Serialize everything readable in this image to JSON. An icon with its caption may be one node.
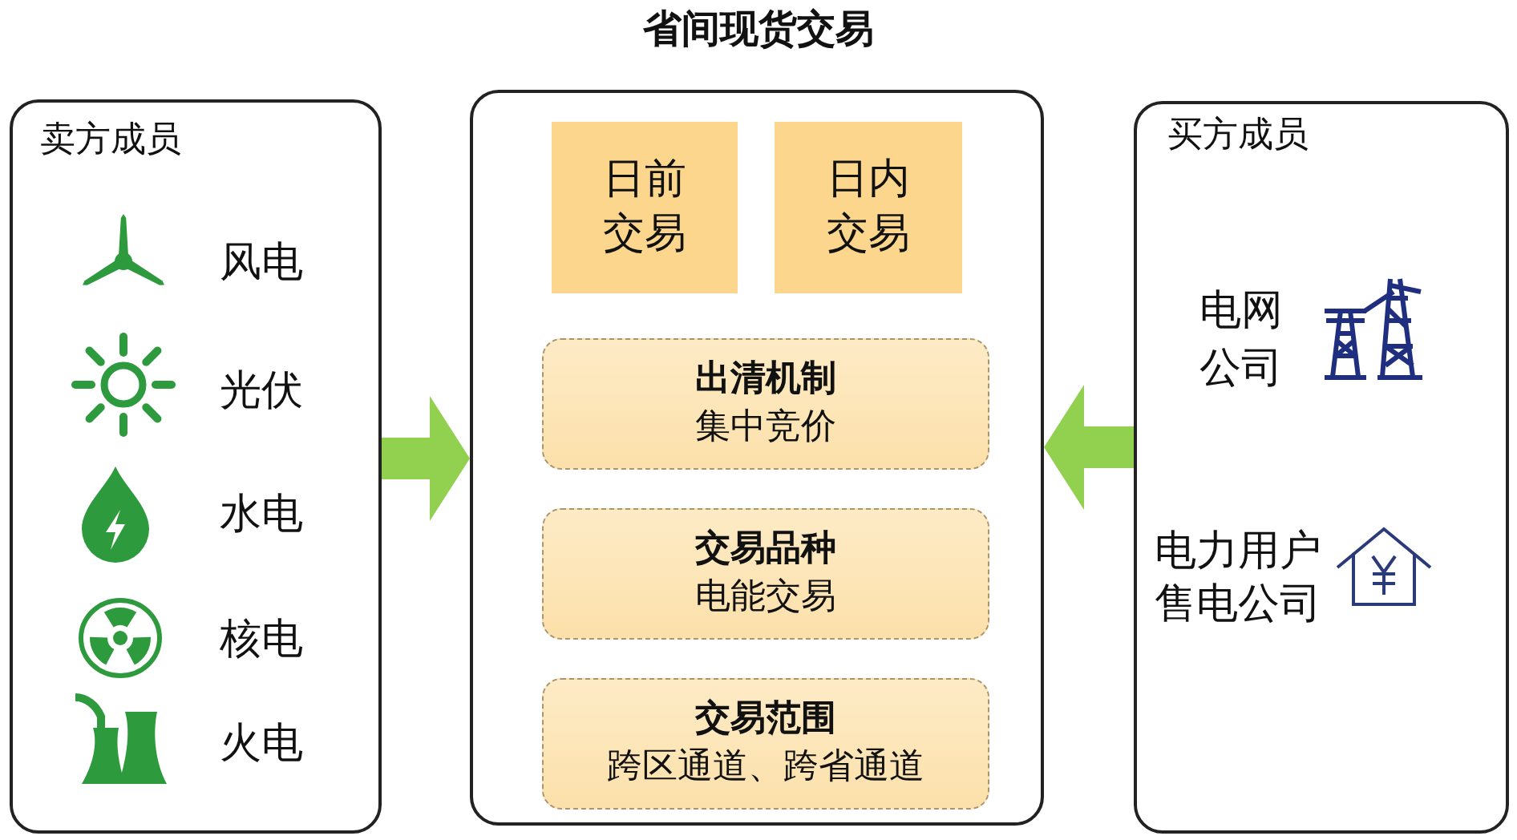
{
  "diagram": {
    "title": "省间现货交易",
    "nodes": [
      {
        "text": [
          "卖方成员"
        ]
      },
      {
        "text": [],
        "shape": "box"
      },
      {
        "text": [
          "日前交易"
        ],
        "in": 1
      },
      {
        "text": [
          "日内交易"
        ],
        "in": 1
      },
      {
        "text": [
          "出清机制",
          "集中竞价"
        ],
        "in": 1
      },
      {
        "text": [
          "交易品种",
          "电能交易"
        ],
        "in": 1
      },
      {
        "text": [
          "交易范围",
          "跨区通道、跨省通道"
        ],
        "in": 1
      },
      {
        "text": [
          "买方成员"
        ]
      }
    ],
    "edges": [
      {
        "from": 0,
        "to": 1,
        "arrow": "to"
      },
      {
        "from": 7,
        "to": 1,
        "arrow": "to"
      }
    ],
    "labels": [
      "风电",
      "光伏",
      "水电",
      "核电",
      "火电",
      "电网公司",
      "电力用户",
      "售电公司"
    ]
  }
}
